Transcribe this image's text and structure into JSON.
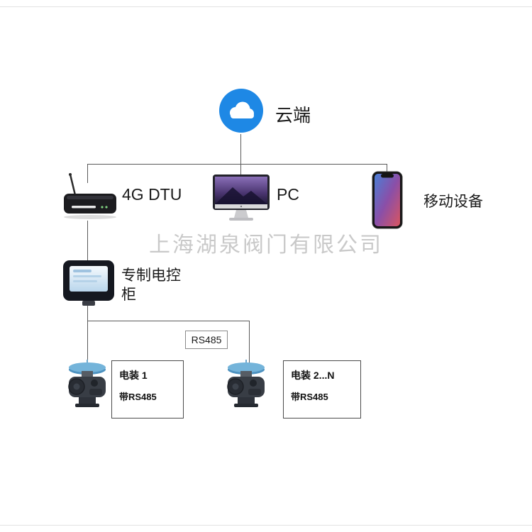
{
  "page": {
    "watermark": "上海湖泉阀门有限公司"
  },
  "nodes": {
    "cloud": {
      "label": "云端"
    },
    "dtu": {
      "label": "4G DTU"
    },
    "pc": {
      "label": "PC"
    },
    "mobile": {
      "label": "移动设备"
    },
    "cabinet": {
      "line1": "专制电控",
      "line2": "柜"
    },
    "rs485": {
      "label": "RS485"
    },
    "actuator1": {
      "title": "电装 1",
      "subtitle": "带RS485"
    },
    "actuator2": {
      "title": "电装 2...N",
      "subtitle": "带RS485"
    }
  },
  "colors": {
    "cloud_blue": "#1e88e5",
    "connector": "#5a5a5a",
    "watermark": "#c9c9c9"
  }
}
